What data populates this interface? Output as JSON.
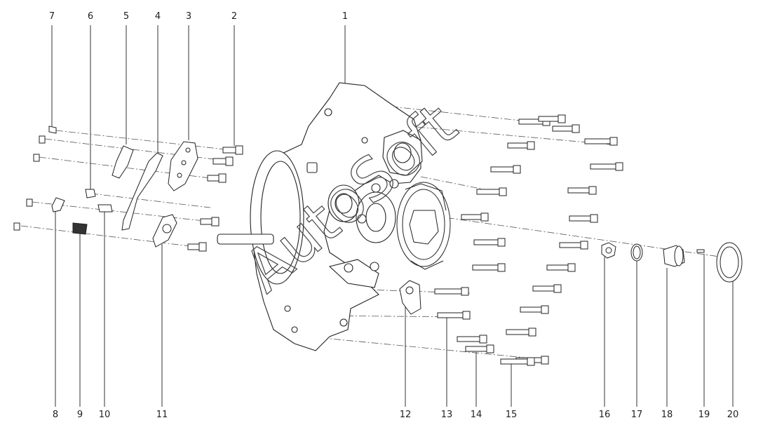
{
  "diagram": {
    "watermark_text": "AutoSoft",
    "callouts_top": [
      "7",
      "6",
      "5",
      "4",
      "3",
      "2",
      "1"
    ],
    "callouts_bottom": [
      "8",
      "9",
      "10",
      "11",
      "12",
      "13",
      "14",
      "15",
      "16",
      "17",
      "18",
      "19",
      "20"
    ]
  }
}
